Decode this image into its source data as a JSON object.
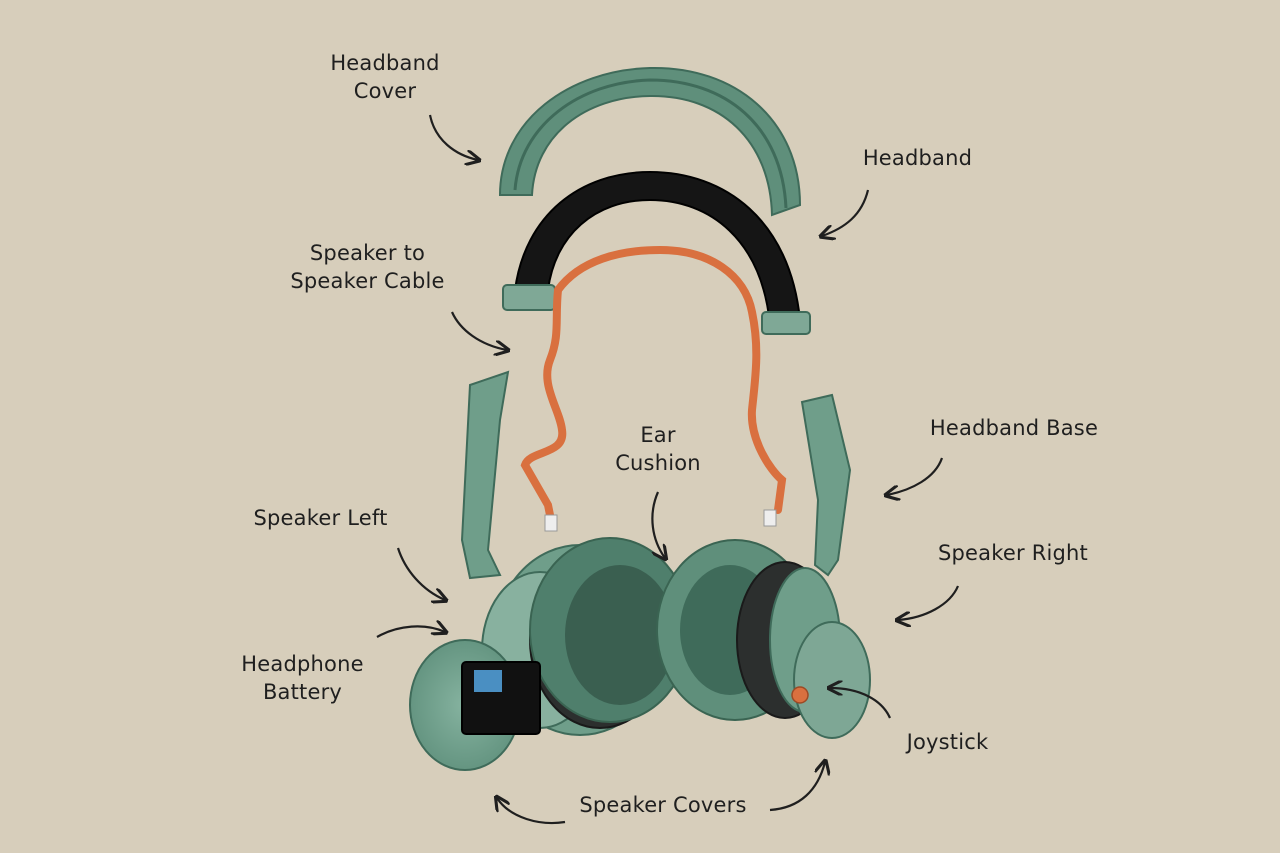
{
  "labels": {
    "headband_cover": [
      "Headband",
      "Cover"
    ],
    "headband": "Headband",
    "speaker_cable": [
      "Speaker to",
      "Speaker Cable"
    ],
    "ear_cushion": [
      "Ear",
      "Cushion"
    ],
    "headband_base": "Headband Base",
    "speaker_left": "Speaker Left",
    "speaker_right": "Speaker Right",
    "battery": [
      "Headphone",
      "Battery"
    ],
    "joystick": "Joystick",
    "speaker_covers": "Speaker Covers"
  },
  "colors": {
    "background": "#d7cebb",
    "green": "#6f9e8a",
    "green_dark": "#3f6b5a",
    "headband_black": "#151515",
    "cable_orange": "#d9703f",
    "arrow": "#1f1f1f"
  }
}
